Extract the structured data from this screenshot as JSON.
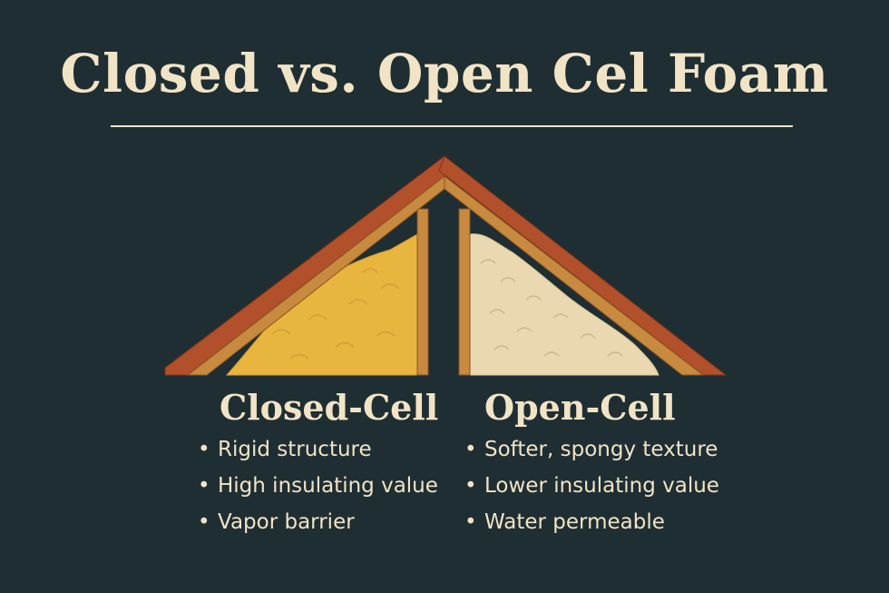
{
  "title": "Closed vs. Open Cel Foam",
  "colors": {
    "background": "#1f2e33",
    "text": "#f1e4c6",
    "rafter_outer": "#b1502a",
    "rafter_inner": "#c78a3e",
    "closed_foam": "#e8b53f",
    "open_foam": "#ead8b0"
  },
  "closed_cell": {
    "heading": "Closed-Cell",
    "bullets": [
      "Rigid structure",
      "High insulating value",
      "Vapor barrier"
    ]
  },
  "open_cell": {
    "heading": "Open-Cell",
    "bullets": [
      "Softer, spongy texture",
      "Lower insulating value",
      "Water permeable"
    ]
  },
  "bullet_symbol": "•"
}
